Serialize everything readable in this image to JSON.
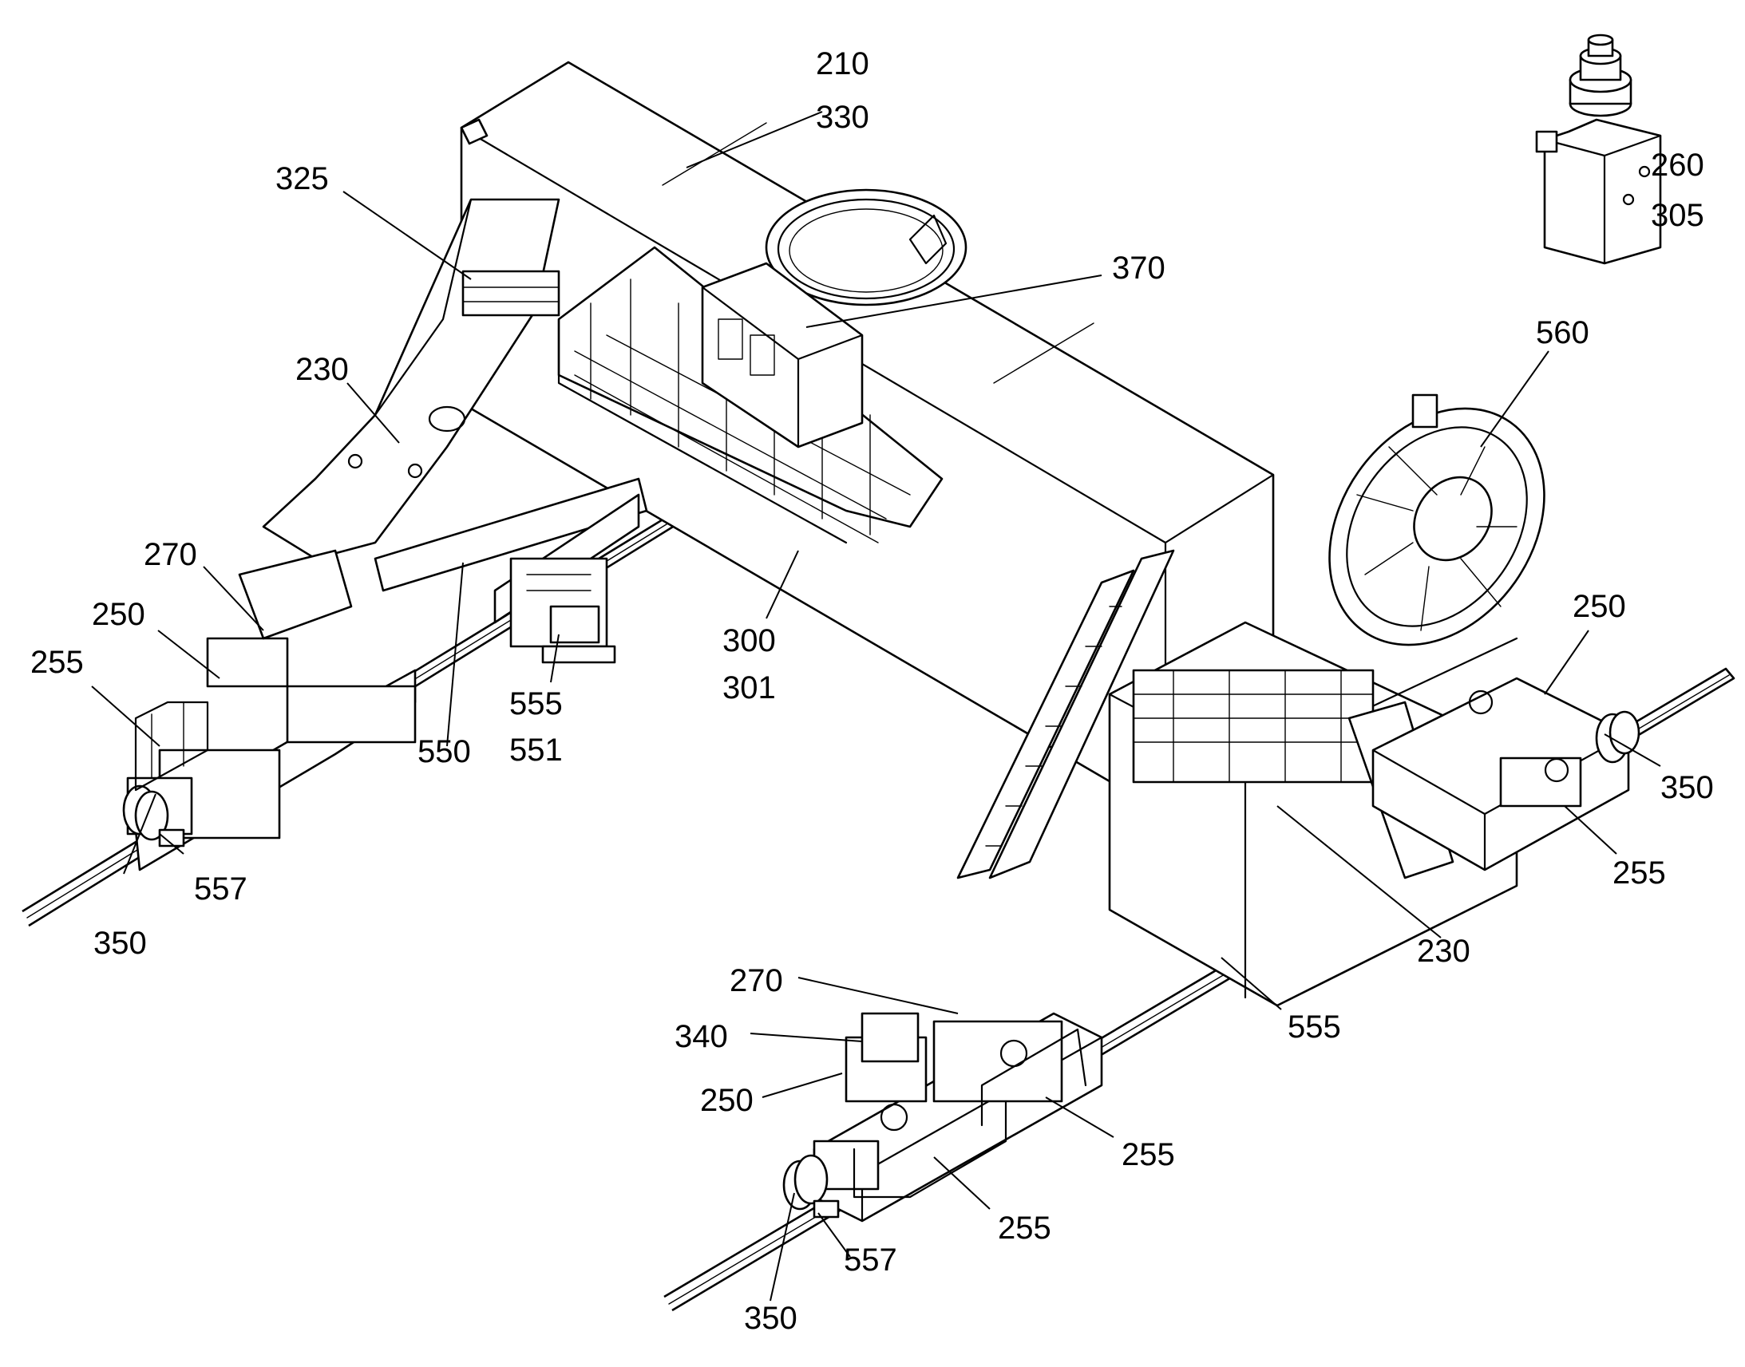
{
  "refs": {
    "r210": "210",
    "r330": "330",
    "r260": "260",
    "r305": "305",
    "r325": "325",
    "r370": "370",
    "r560": "560",
    "r230a": "230",
    "r230b": "230",
    "r270a": "270",
    "r270b": "270",
    "r250a": "250",
    "r250b": "250",
    "r250c": "250",
    "r255a": "255",
    "r255b": "255",
    "r255c": "255",
    "r255d": "255",
    "r300": "300",
    "r301": "301",
    "r555a": "555",
    "r551": "551",
    "r555b": "555",
    "r550": "550",
    "r557a": "557",
    "r557b": "557",
    "r350a": "350",
    "r350b": "350",
    "r350c": "350",
    "r340": "340"
  }
}
